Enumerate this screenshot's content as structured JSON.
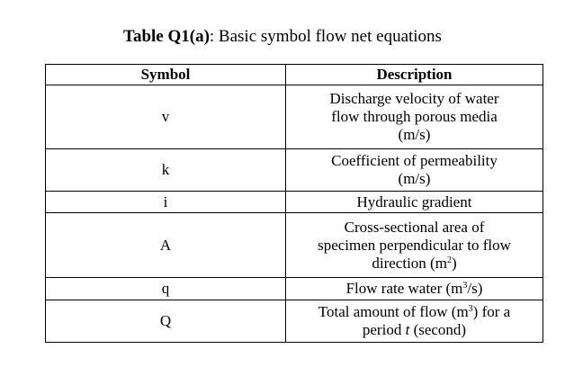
{
  "caption": {
    "label": "Table Q1(a)",
    "text": ": Basic symbol flow net equations"
  },
  "table": {
    "headers": {
      "symbol": "Symbol",
      "description": "Description"
    },
    "rows": [
      {
        "symbol": "v",
        "description": [
          "Discharge velocity of water",
          "flow through porous media",
          "(m/s)"
        ]
      },
      {
        "symbol": "k",
        "description": [
          "Coefficient of permeability",
          "(m/s)"
        ]
      },
      {
        "symbol": "i",
        "description": [
          "Hydraulic gradient"
        ]
      },
      {
        "symbol": "A",
        "description": [
          "Cross-sectional area of",
          "specimen perpendicular to flow",
          "direction (m",
          "2",
          ")"
        ]
      },
      {
        "symbol": "q",
        "description": [
          "Flow rate water (m",
          "3",
          "/s)"
        ]
      },
      {
        "symbol": "Q",
        "description": [
          "Total amount of flow (m",
          "3",
          ") for a",
          "period ",
          "t",
          " (second)"
        ]
      }
    ]
  }
}
